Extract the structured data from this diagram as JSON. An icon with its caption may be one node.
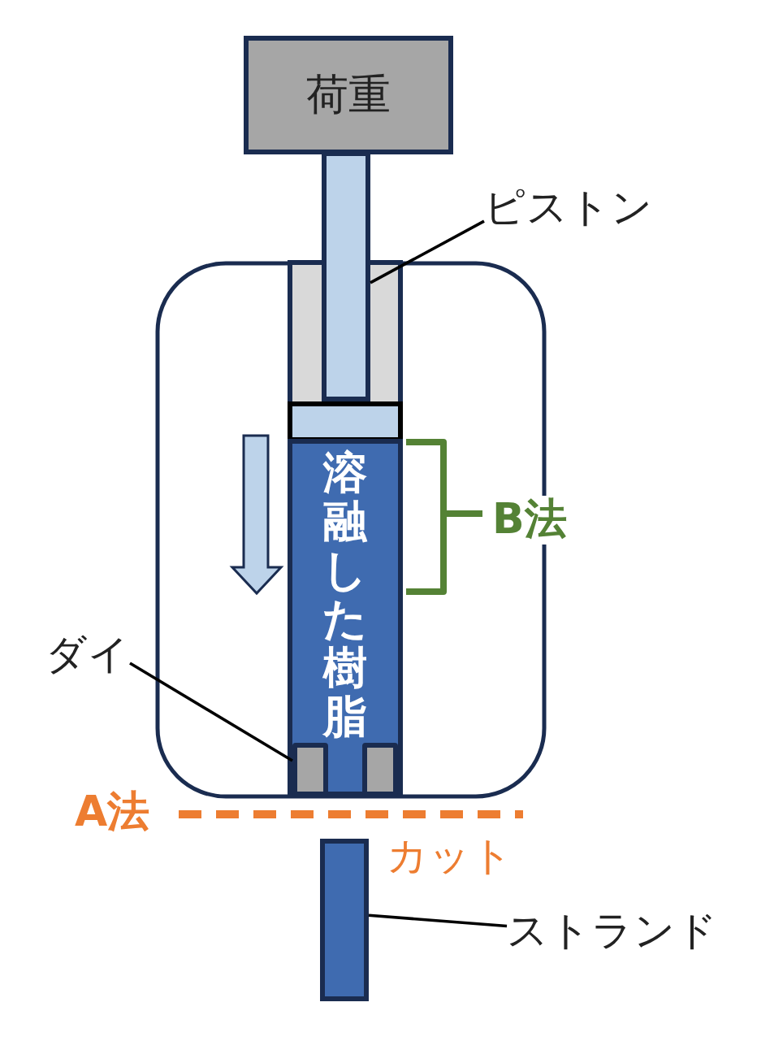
{
  "diagram": {
    "nodes": [
      {
        "text": [
          "荷重"
        ]
      },
      {
        "text": [
          "ピストン"
        ]
      },
      {
        "text": [],
        "shape": "bar"
      },
      {
        "text": [
          "溶融した樹脂"
        ]
      },
      {
        "text": [
          "ダイ"
        ]
      },
      {
        "text": [],
        "shape": "box",
        "in": 3
      },
      {
        "text": [],
        "shape": "box",
        "in": 3
      },
      {
        "text": [
          "ストランド"
        ]
      },
      {
        "text": [],
        "shape": "bar"
      }
    ],
    "edges": [
      {
        "from": 1,
        "to": 2,
        "arrow": "none"
      },
      {
        "from": 4,
        "to": 5,
        "arrow": "none"
      },
      {
        "from": 7,
        "to": 8,
        "arrow": "none"
      }
    ],
    "labels": [
      "B法",
      "A法",
      "カット"
    ]
  }
}
